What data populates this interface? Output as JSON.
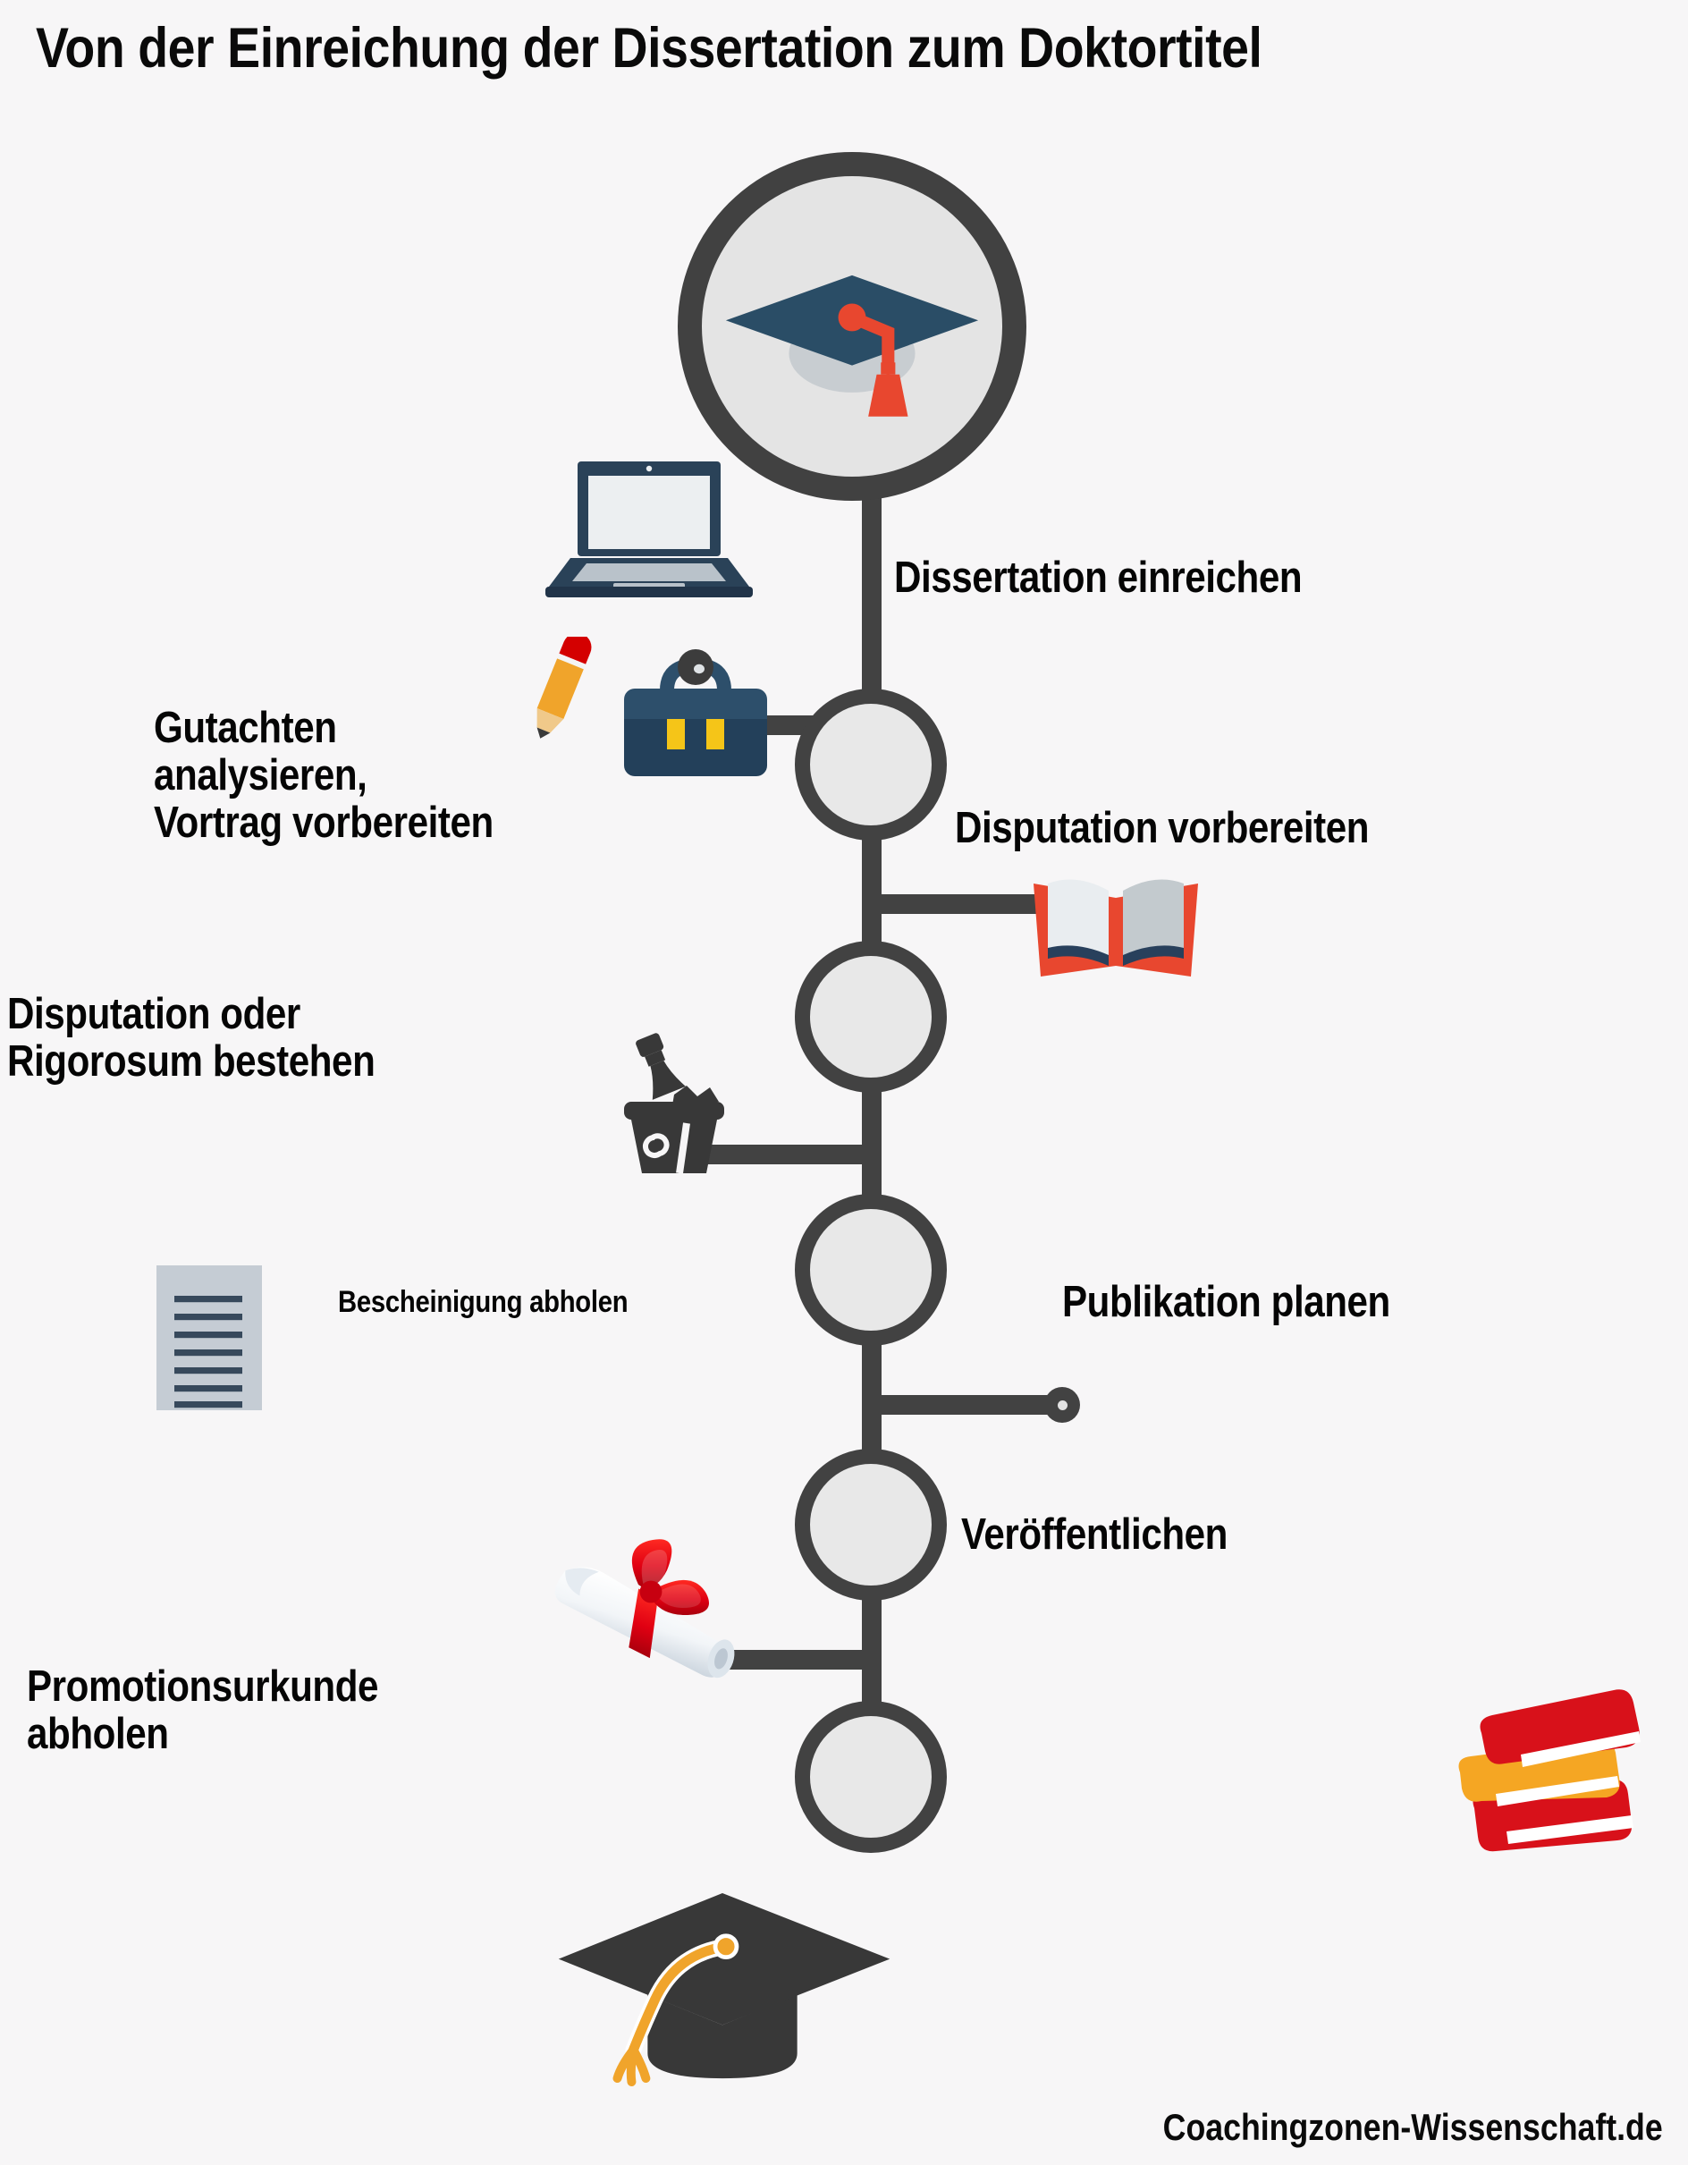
{
  "title": "Von der Einreichung der Dissertation zum Doktortitel",
  "footer": "Coachingzonen-Wissenschaft.de",
  "colors": {
    "background": "#f7f6f7",
    "timeline": "#424242",
    "node_fill": "#e8e8e8",
    "text": "#050505",
    "navy": "#2a4258",
    "red": "#e8472f",
    "orange": "#f0a42b",
    "yellow": "#f5c518",
    "book_red": "#d8111a"
  },
  "steps": [
    {
      "id": "dissertation-einreichen",
      "label": "Dissertation einreichen",
      "side": "right",
      "icon": "laptop-icon"
    },
    {
      "id": "gutachten-analysieren",
      "label": "Gutachten\nanalysieren,\nVortrag vorbereiten",
      "side": "left",
      "icon": "briefcase-icon"
    },
    {
      "id": "disputation-vorbereiten",
      "label": "Disputation vorbereiten",
      "side": "right",
      "icon": "open-book-icon"
    },
    {
      "id": "disputation-bestehen",
      "label": "Disputation oder\nRigorosum bestehen",
      "side": "left",
      "icon": "champagne-bucket-icon"
    },
    {
      "id": "bescheinigung-abholen",
      "label": "Bescheinigung abholen",
      "side": "left",
      "icon": "certificate-document-icon"
    },
    {
      "id": "publikation-planen",
      "label": "Publikation planen",
      "side": "right",
      "icon": "endpoint-dot-icon"
    },
    {
      "id": "veroeffentlichen",
      "label": "Veröffentlichen",
      "side": "right",
      "icon": "none"
    },
    {
      "id": "promotionsurkunde-abholen",
      "label": "Promotionsurkunde\nabholen",
      "side": "left",
      "icon": "diploma-scroll-icon"
    }
  ],
  "decorations": [
    {
      "id": "hero-graduation-cap",
      "name": "graduation-cap-icon"
    },
    {
      "id": "book-stack",
      "name": "stacked-books-icon"
    },
    {
      "id": "bottom-cap",
      "name": "graduation-cap-dark-icon"
    }
  ]
}
